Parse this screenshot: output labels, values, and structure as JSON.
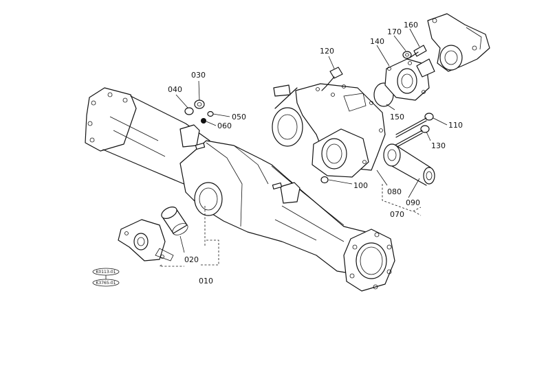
{
  "labels": {
    "p010": "010",
    "p020": "020",
    "p030": "030",
    "p040": "040",
    "p050": "050",
    "p060": "060",
    "p070": "070",
    "p080": "080",
    "p090": "090",
    "p100": "100",
    "p110": "110",
    "p120": "120",
    "p130": "130",
    "p140": "140",
    "p150": "150",
    "p160": "160",
    "p170": "170"
  },
  "stamps": {
    "top": "K0113-01",
    "bottom": "K3765-01"
  }
}
